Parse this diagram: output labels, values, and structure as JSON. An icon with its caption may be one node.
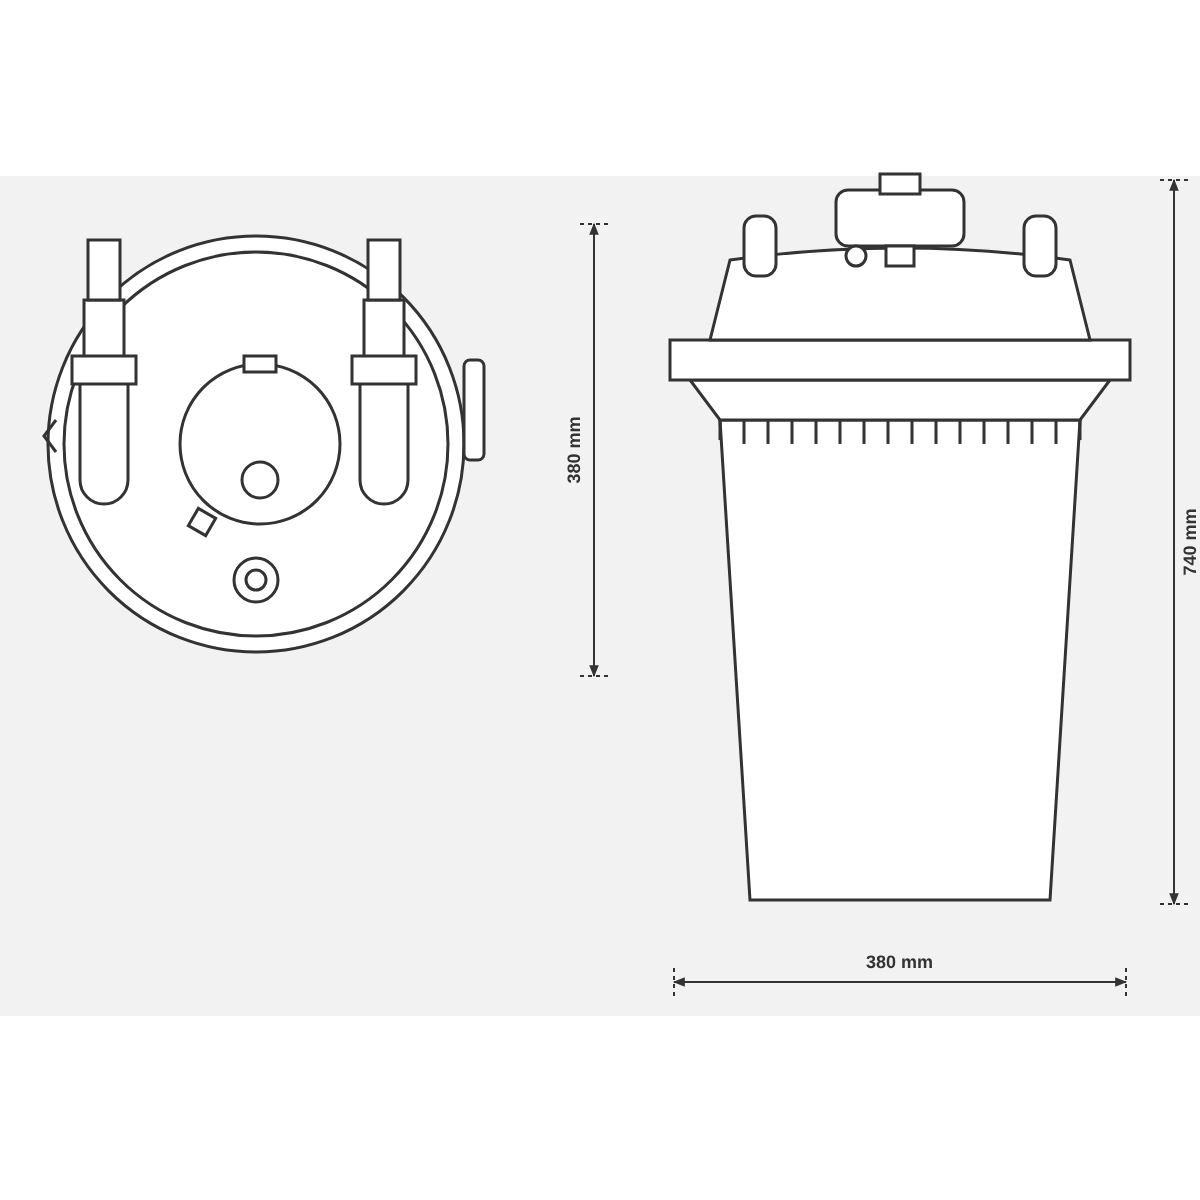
{
  "diagram": {
    "labels": [
      "380 mm",
      "740 mm",
      "380 mm"
    ]
  }
}
